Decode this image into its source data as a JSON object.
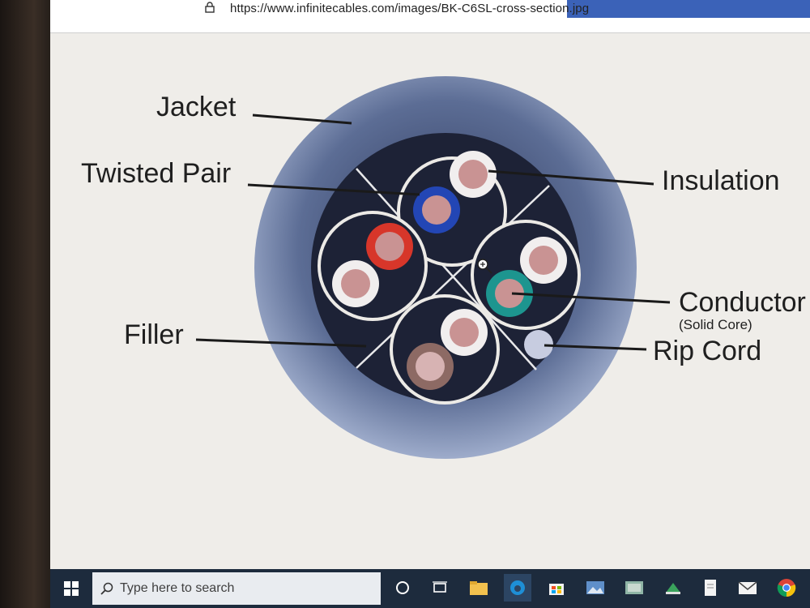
{
  "browser": {
    "url": "https://www.infinitecables.com/images/BK-C6SL-cross-section.jpg"
  },
  "diagram": {
    "labels": {
      "jacket": "Jacket",
      "twisted_pair": "Twisted Pair",
      "insulation": "Insulation",
      "conductor": "Conductor",
      "conductor_note": "(Solid Core)",
      "filler": "Filler",
      "rip_cord": "Rip Cord"
    },
    "colors": {
      "jacket_outer": "#8a9ab8",
      "jacket_inner": "#2a3556",
      "core": "#1d2236",
      "pair_blue": "#2346b5",
      "pair_red": "#d7362a",
      "pair_teal": "#1d958f",
      "pair_brown": "#8d6a64",
      "conductor": "#c99393",
      "insulation_white": "#f1eeee"
    }
  },
  "taskbar": {
    "search_placeholder": "Type here to search",
    "icons": [
      "windows-start-icon",
      "search-icon",
      "cortana-icon",
      "task-view-icon",
      "file-explorer-icon",
      "edge-icon",
      "store-icon",
      "photos-icon",
      "image-app-icon",
      "app-icon",
      "document-icon",
      "mail-icon",
      "chrome-icon"
    ]
  }
}
